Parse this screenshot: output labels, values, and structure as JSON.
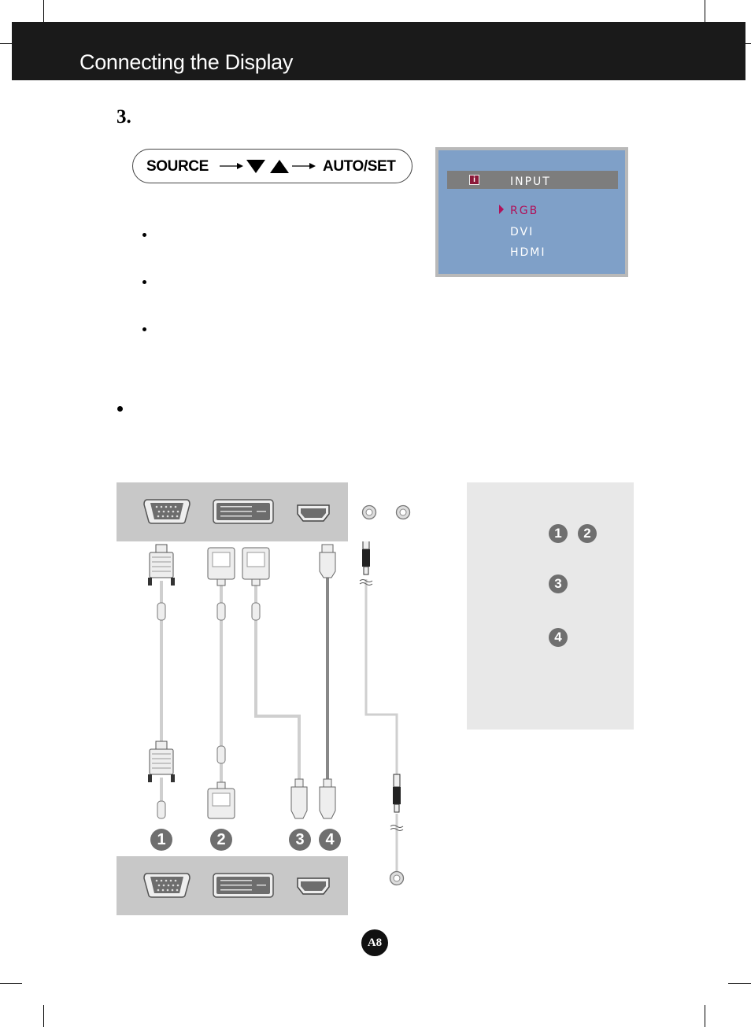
{
  "header": {
    "title": "Connecting the Display"
  },
  "step": {
    "number": "3."
  },
  "sequence": {
    "source_label": "SOURCE",
    "autoset_label": "AUTO/SET"
  },
  "osd": {
    "menu_title": "INPUT",
    "icon_glyph": "i",
    "options": [
      "RGB",
      "DVI",
      "HDMI"
    ],
    "selected": "RGB",
    "selected_color": "#b0125a"
  },
  "diagram": {
    "connector_numbers": [
      "1",
      "2",
      "3",
      "4"
    ],
    "legend_rows": [
      {
        "numbers": [
          "1",
          "2"
        ]
      },
      {
        "numbers": [
          "3"
        ]
      },
      {
        "numbers": [
          "4"
        ]
      }
    ]
  },
  "footer": {
    "page_label": "A8"
  }
}
